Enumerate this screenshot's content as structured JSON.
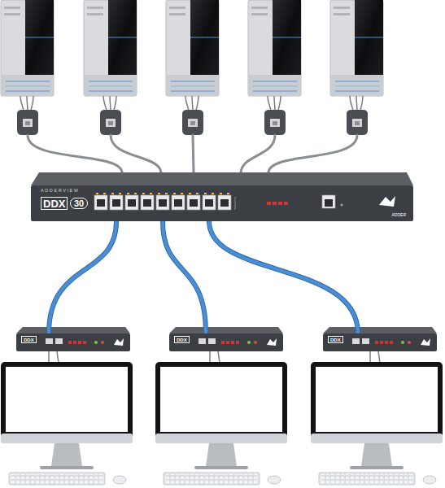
{
  "diagram": {
    "nodes": [
      {
        "text": [
          "ADDERVIEW",
          "DDX",
          "30",
          "ADDER"
        ]
      },
      {
        "text": [
          "DDX"
        ]
      },
      {
        "text": [
          "DDX"
        ]
      },
      {
        "text": [
          "DDX"
        ]
      }
    ],
    "edges": [
      {
        "from": 0,
        "to": 1,
        "arrow": "none"
      },
      {
        "from": 0,
        "to": 2,
        "arrow": "none"
      },
      {
        "from": 0,
        "to": 3,
        "arrow": "none"
      }
    ]
  }
}
